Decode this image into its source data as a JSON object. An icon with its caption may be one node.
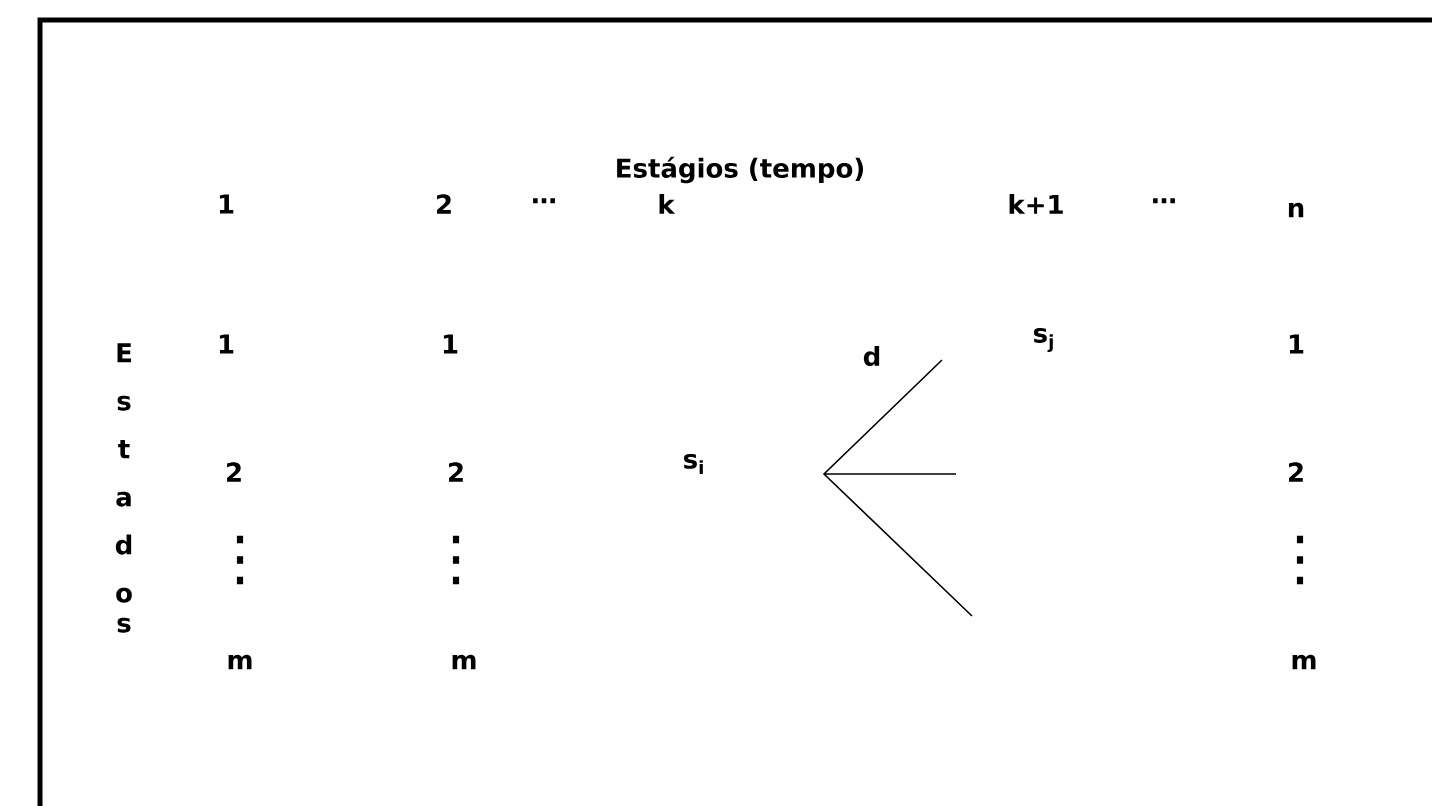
{
  "diagram": {
    "title": "Estágios (tempo)",
    "labels": [
      "1",
      "2",
      "⋯",
      "k",
      "k+1",
      "⋯",
      "n",
      "Estados",
      "1",
      "1",
      "d",
      "s$_{j}$",
      "1",
      "2",
      "2",
      "s$_{i}$",
      "2",
      "⋮",
      "⋮",
      "⋮",
      "m",
      "m",
      "m"
    ]
  }
}
